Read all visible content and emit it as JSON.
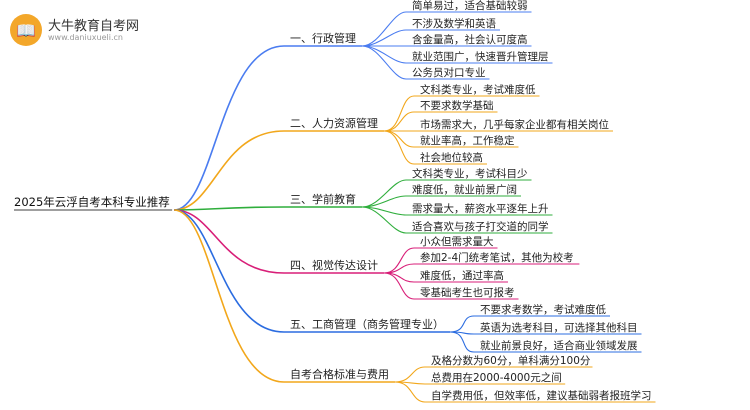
{
  "logo": {
    "title": "大牛教育自考网",
    "url": "www.daniuxueli.cn"
  },
  "root": {
    "label": "2025年云浮自考本科专业推荐"
  },
  "branches": [
    {
      "label": "一、行政管理",
      "color": "#4a7cf0",
      "leaves": [
        "简单易过，适合基础较弱",
        "不涉及数学和英语",
        "含金量高，社会认可度高",
        "就业范围广，快速晋升管理层",
        "公务员对口专业"
      ]
    },
    {
      "label": "二、人力资源管理",
      "color": "#f2a71b",
      "leaves": [
        "文科类专业，考试难度低",
        "不要求数学基础",
        "市场需求大，几乎每家企业都有相关岗位",
        "就业率高，工作稳定",
        "社会地位较高"
      ]
    },
    {
      "label": "三、学前教育",
      "color": "#2fae3c",
      "leaves": [
        "文科类专业，考试科目少",
        "难度低，就业前景广阔",
        "需求量大，薪资水平逐年上升",
        "适合喜欢与孩子打交道的同学"
      ]
    },
    {
      "label": "四、视觉传达设计",
      "color": "#d81e78",
      "leaves": [
        "小众但需求量大",
        "参加2-4门统考笔试，其他为校考",
        "难度低，通过率高",
        "零基础考生也可报考"
      ]
    },
    {
      "label": "五、工商管理（商务管理专业）",
      "color": "#2b6ce0",
      "leaves": [
        "不要求考数学，考试难度低",
        "英语为选考科目，可选择其他科目",
        "就业前景良好，适合商业领域发展"
      ]
    },
    {
      "label": "自考合格标准与费用",
      "color": "#f2a71b",
      "leaves": [
        "及格分数为60分，单科满分100分",
        "总费用在2000-4000元之间",
        "自学费用低，但效率低，建议基础弱者报班学习"
      ]
    }
  ]
}
